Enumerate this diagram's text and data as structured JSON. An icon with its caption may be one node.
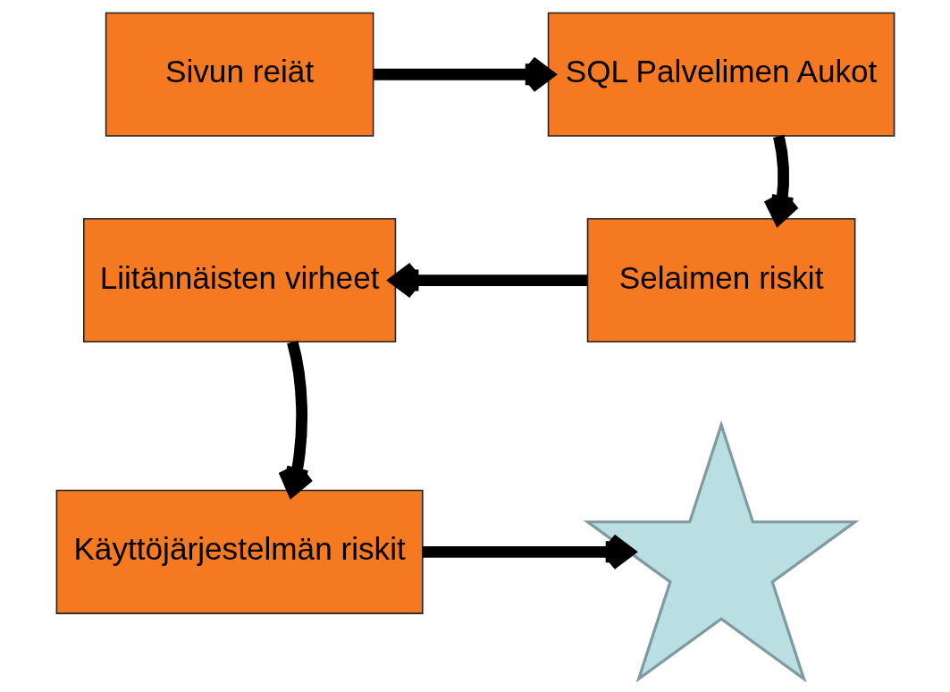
{
  "diagram": {
    "nodes": [
      {
        "text": [
          "Sivun reiät"
        ]
      },
      {
        "text": [
          "SQL Palvelimen Aukot"
        ]
      },
      {
        "text": [
          "Selaimen riskit"
        ]
      },
      {
        "text": [
          "Liitännäisten virheet"
        ]
      },
      {
        "text": [
          "Käyttöjärjestelmän riskit"
        ]
      },
      {
        "text": [],
        "shape": "star"
      }
    ],
    "edges": [
      {
        "from": 0,
        "to": 1,
        "arrow": "to"
      },
      {
        "from": 1,
        "to": 2,
        "arrow": "to"
      },
      {
        "from": 2,
        "to": 3,
        "arrow": "to"
      },
      {
        "from": 3,
        "to": 4,
        "arrow": "to"
      },
      {
        "from": 4,
        "to": 5,
        "arrow": "to"
      }
    ]
  }
}
